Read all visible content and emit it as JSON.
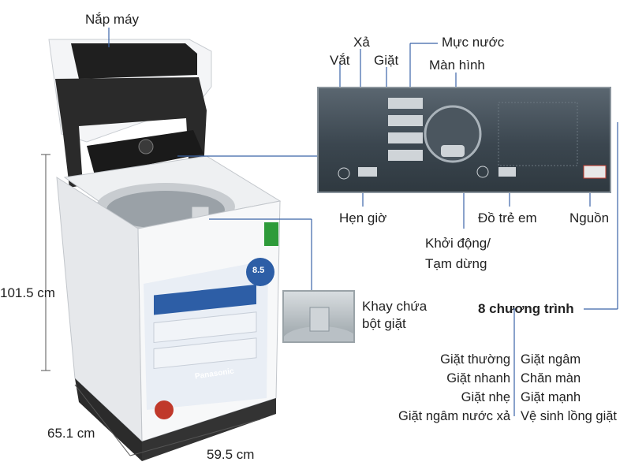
{
  "top_labels": {
    "nap_may": "Nắp máy",
    "xa": "Xả",
    "muc_nuoc": "Mực nước",
    "vat": "Vắt",
    "giat": "Giặt",
    "man_hinh": "Màn hình"
  },
  "bottom_labels": {
    "hen_gio": "Hẹn giờ",
    "do_tre_em": "Đồ trẻ em",
    "nguon": "Nguồn",
    "khoi_dong_1": "Khởi động/",
    "khoi_dong_2": "Tạm dừng",
    "khay_1": "Khay chứa",
    "khay_2": "bột giặt"
  },
  "dimensions": {
    "height": "101.5 cm",
    "depth": "65.1 cm",
    "width": "59.5 cm"
  },
  "programs": {
    "title": "8 chương trình",
    "left": [
      "Giặt thường",
      "Giặt nhanh",
      "Giặt nhẹ",
      "Giặt ngâm nước xả"
    ],
    "right": [
      "Giặt ngâm",
      "Chăn màn",
      "Giặt mạnh",
      "Vệ sinh lồng giặt"
    ]
  },
  "brand": "Panasonic",
  "capacity_badge": "8.5",
  "colors": {
    "line": "#3b63a8",
    "machine_white": "#f2f3f5",
    "panel_dark": "#3b464f",
    "base_dark": "#2b2b2b"
  }
}
